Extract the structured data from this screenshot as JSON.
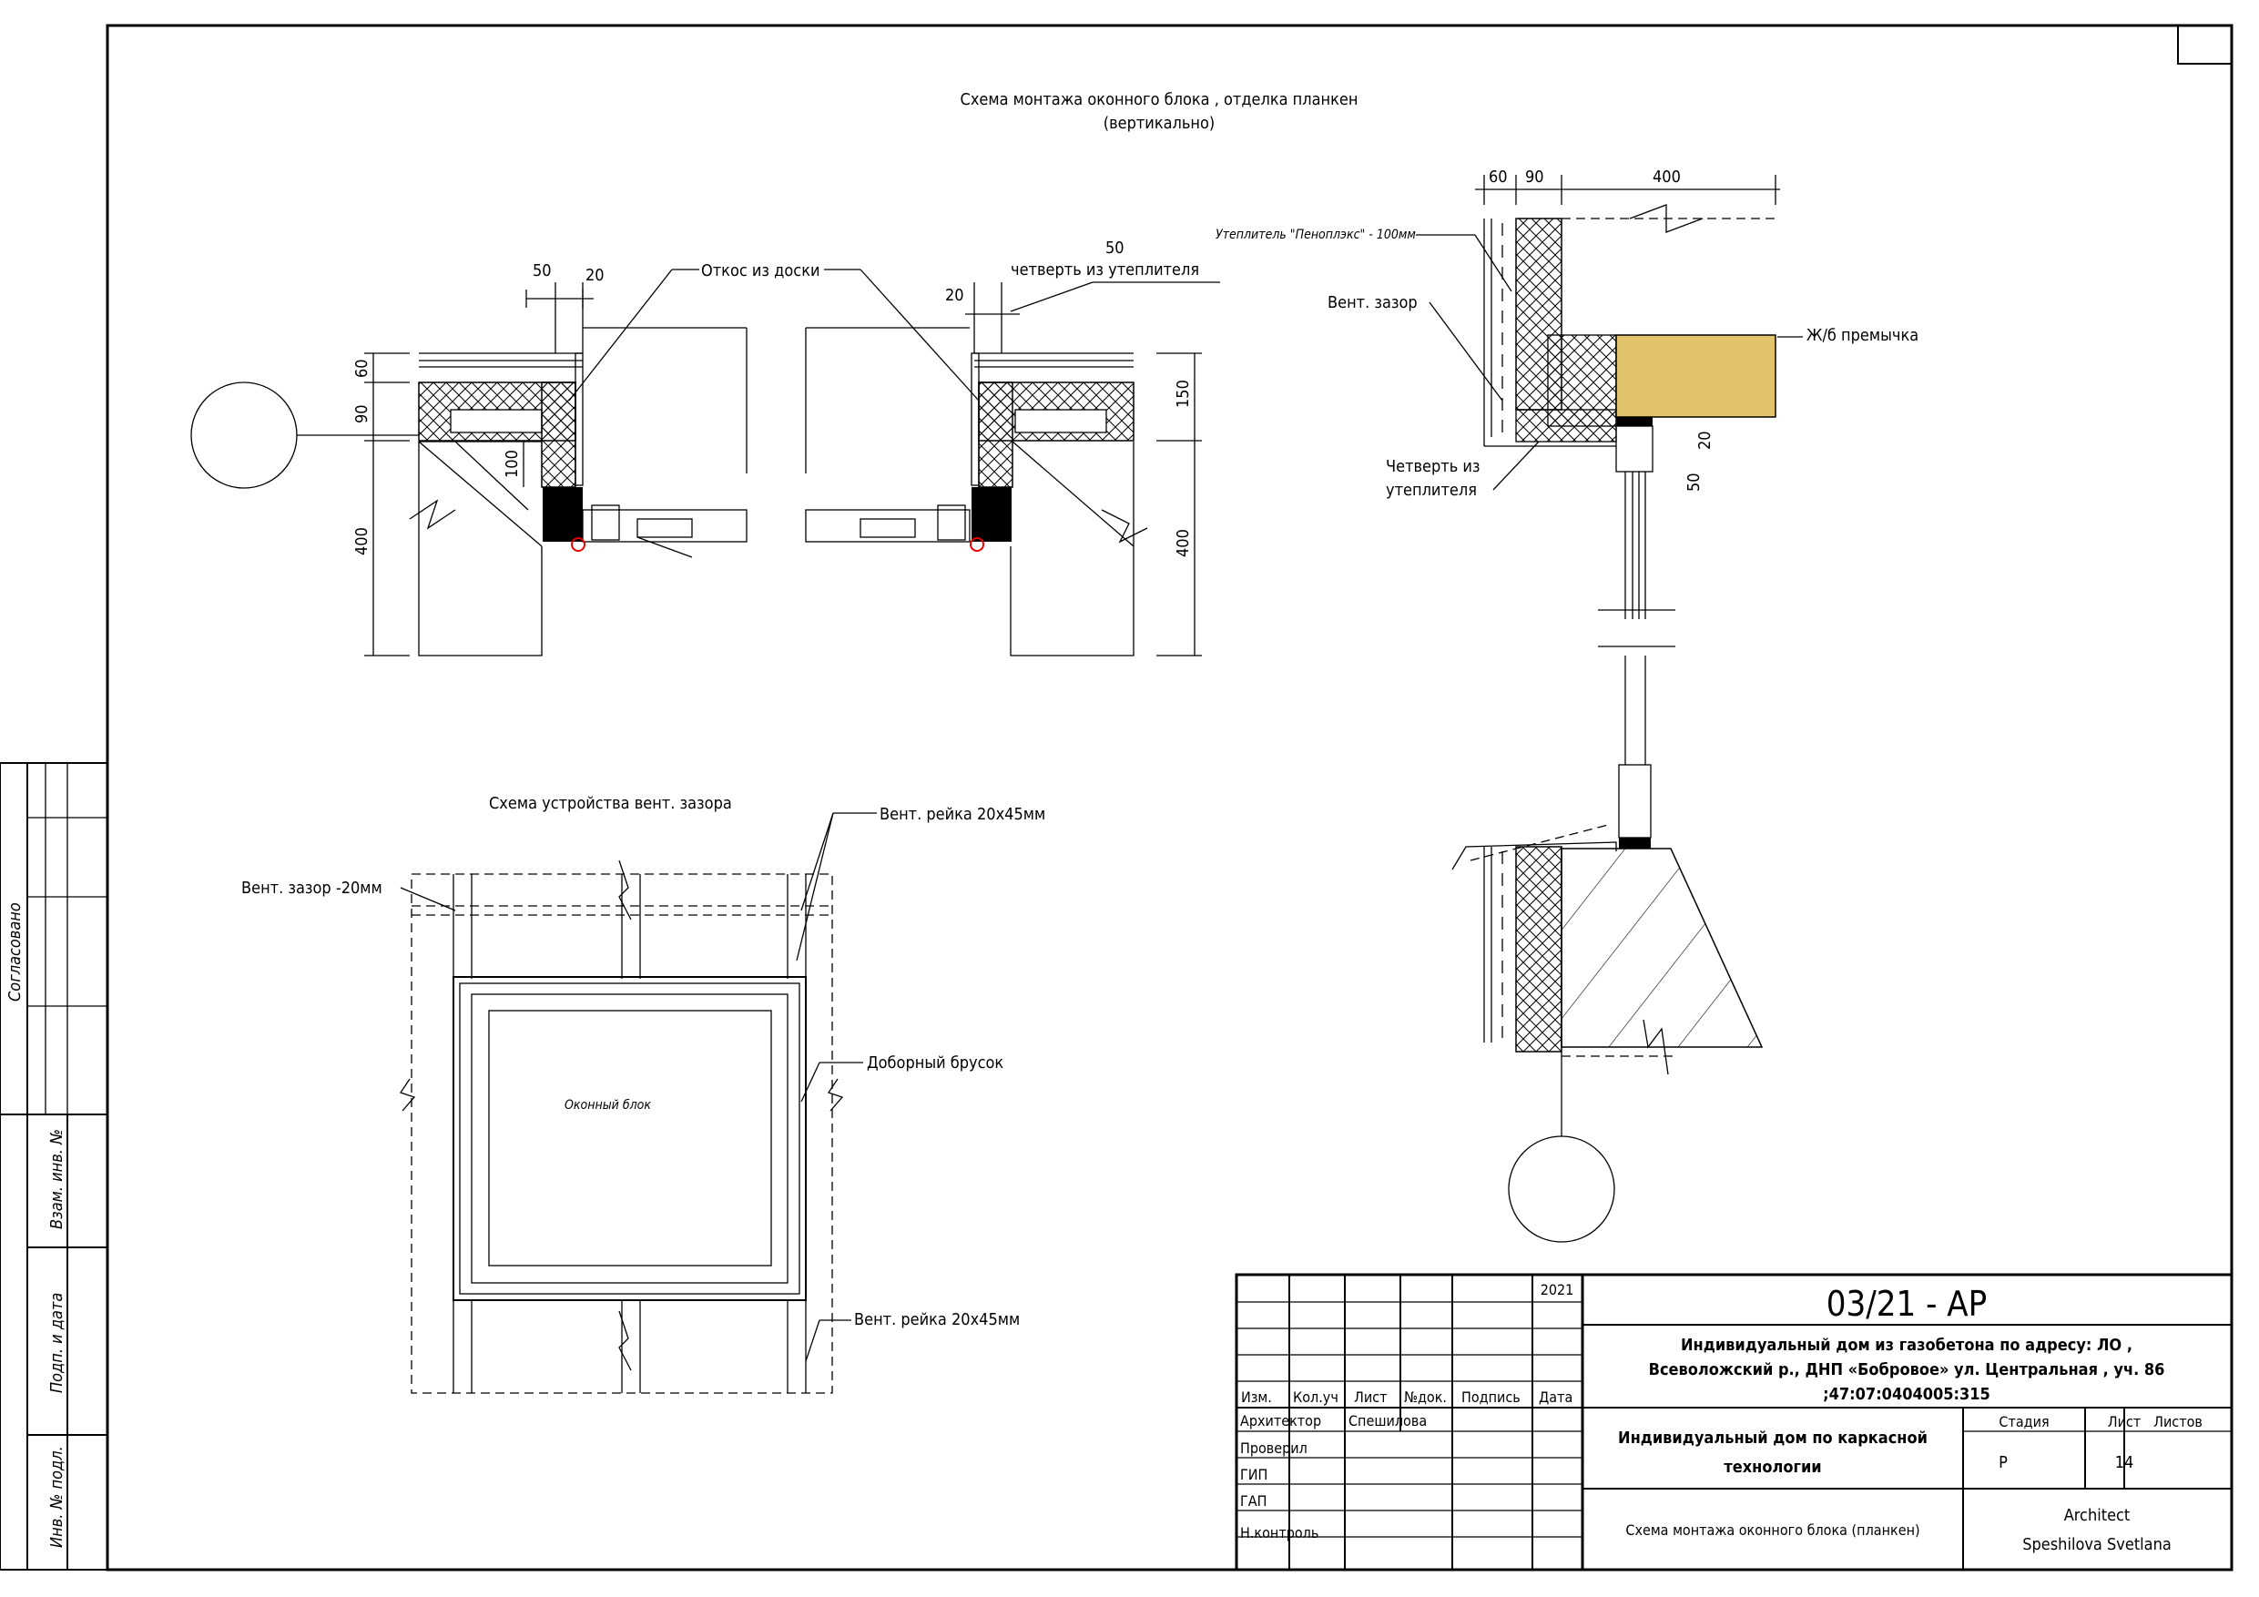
{
  "main": {
    "title_line1": "Схема монтажа оконного блока , отделка планкен",
    "title_line2": "(вертикально)"
  },
  "plan": {
    "dim_50": "50",
    "dim_20": "20",
    "dim_20_right": "20",
    "dim_50_right": "50",
    "dim_60": "60",
    "dim_90": "90",
    "dim_100": "100",
    "dim_400_left": "400",
    "dim_150": "150",
    "dim_400_right": "400",
    "label_otkos": "Откос из доски",
    "label_chetvert": "четверть из утеплителя"
  },
  "section": {
    "dim_60": "60",
    "dim_90": "90",
    "dim_400": "400",
    "dim_20": "20",
    "dim_50": "50",
    "label_insulation": "Утеплитель \"Пеноплэкс\" - 100мм",
    "label_vent_gap": "Вент. зазор",
    "label_lintel": "Ж/б премычка",
    "label_quarter_line1": "Четверть из",
    "label_quarter_line2": "утеплителя"
  },
  "vent": {
    "title": "Схема устройства вент. зазора",
    "label_rail_top": "Вент. рейка 20х45мм",
    "label_gap": "Вент. зазор -20мм",
    "label_board": "Доборный брусок",
    "label_window": "Оконный блок",
    "label_rail_bottom": "Вент. рейка 20х45мм"
  },
  "side": {
    "agreed": "Согласовано",
    "vzam": "Взам. инв. №",
    "podp": "Подп. и дата",
    "inv": "Инв. № подл."
  },
  "stamp": {
    "code": "03/21 - АР",
    "year": "2021",
    "object_line1": "Индивидуальный дом из газобетона по адресу: ЛО ,",
    "object_line2": "Всеволожский р., ДНП «Бобровое»  ул. Центральная , уч. 86",
    "object_line3": ";47:07:0404005:315",
    "col_izm": "Изм.",
    "col_kolu": "Кол.уч",
    "col_list": "Лист",
    "col_ndok": "№док.",
    "col_podp": "Подпись",
    "col_data": "Дата",
    "role_architect": "Архитектор",
    "architect_name": "Спешилова",
    "role_checked": "Проверил",
    "role_gip": "ГИП",
    "role_gap": "ГАП",
    "role_nkontrol": "Н.контроль",
    "building_line1": "Индивидуальный дом по каркасной",
    "building_line2": "технологии",
    "sheet_title": "Схема монтажа оконного блока (планкен)",
    "stage_label": "Стадия",
    "sheet_label": "Лист",
    "sheets_label": "Листов",
    "stage_value": "Р",
    "sheet_value": "14",
    "company_line1": "Architect",
    "company_line2": "Speshilova Svetlana"
  }
}
